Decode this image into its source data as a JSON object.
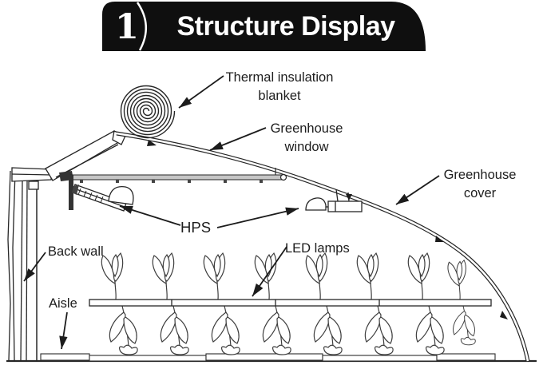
{
  "header": {
    "badge_number": "1",
    "title": "Structure Display",
    "bg_color": "#0f0f0f",
    "text_color": "#ffffff"
  },
  "diagram": {
    "labels": {
      "thermal_blanket": {
        "line1": "Thermal insulation",
        "line2": "blanket"
      },
      "greenhouse_window": {
        "line1": "Greenhouse",
        "line2": "window"
      },
      "greenhouse_cover": {
        "line1": "Greenhouse",
        "line2": "cover"
      },
      "hps": "HPS",
      "led_lamps": "LED lamps",
      "back_wall": "Back wall",
      "aisle": "Aisle"
    },
    "colors": {
      "line": "#262626",
      "beam_fill": "#c6c6c6",
      "sketch": "#3d3d3d"
    }
  }
}
